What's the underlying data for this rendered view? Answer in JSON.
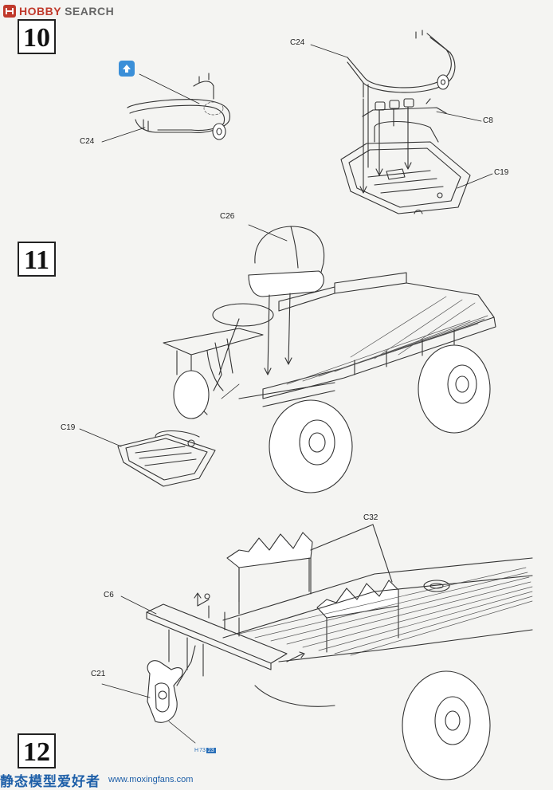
{
  "brand": {
    "prefix": "HOBBY",
    "suffix": "SEARCH"
  },
  "steps": {
    "step10": "10",
    "step11": "11",
    "step12": "12"
  },
  "parts": {
    "s10_left_c24": "C24",
    "s10_right_c24": "C24",
    "s10_c8": "C8",
    "s10_c19": "C19",
    "s11_c26": "C26",
    "s11_c19": "C19",
    "s12_c32": "C32",
    "s12_c6": "C6",
    "s12_c21": "C21"
  },
  "page_number": {
    "prefix": "H",
    "number": "73",
    "box": "23"
  },
  "watermark": {
    "chinese": "静态模型爱好者",
    "url": "www.moxingfans.com"
  },
  "icons": {
    "brand_logo": "hobbysearch-logo-icon",
    "step10_badge": "arrow-up-icon"
  },
  "colors": {
    "brand_red": "#c0392b",
    "badge_blue": "#3b8fd8",
    "watermark_blue": "#1e5fa8"
  }
}
